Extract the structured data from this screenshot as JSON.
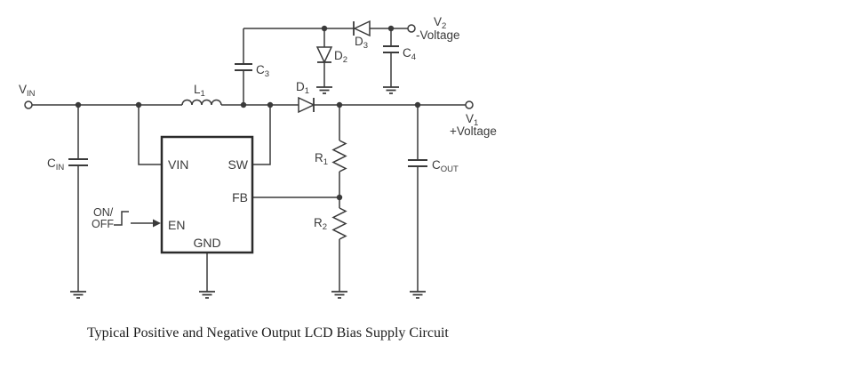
{
  "caption": "Typical Positive and Negative Output LCD Bias Supply Circuit",
  "colors": {
    "stroke": "#3a3a3a",
    "background": "#ffffff"
  },
  "ic": {
    "pin_vin": "VIN",
    "pin_sw": "SW",
    "pin_fb": "FB",
    "pin_en": "EN",
    "pin_gnd": "GND"
  },
  "components": {
    "vin_terminal": {
      "main": "V",
      "sub": "IN"
    },
    "cin": {
      "main": "C",
      "sub": "IN"
    },
    "l1": {
      "main": "L",
      "sub": "1"
    },
    "c3": {
      "main": "C",
      "sub": "3"
    },
    "d1": {
      "main": "D",
      "sub": "1"
    },
    "d2": {
      "main": "D",
      "sub": "2"
    },
    "d3": {
      "main": "D",
      "sub": "3"
    },
    "c4": {
      "main": "C",
      "sub": "4"
    },
    "r1": {
      "main": "R",
      "sub": "1"
    },
    "r2": {
      "main": "R",
      "sub": "2"
    },
    "cout": {
      "main": "C",
      "sub": "OUT"
    },
    "v2_terminal": {
      "main": "V",
      "sub": "2",
      "desc": "-Voltage"
    },
    "v1_terminal": {
      "main": "V",
      "sub": "1",
      "desc": "+Voltage"
    },
    "enable_signal": {
      "line1": "ON/",
      "line2": "OFF"
    }
  }
}
